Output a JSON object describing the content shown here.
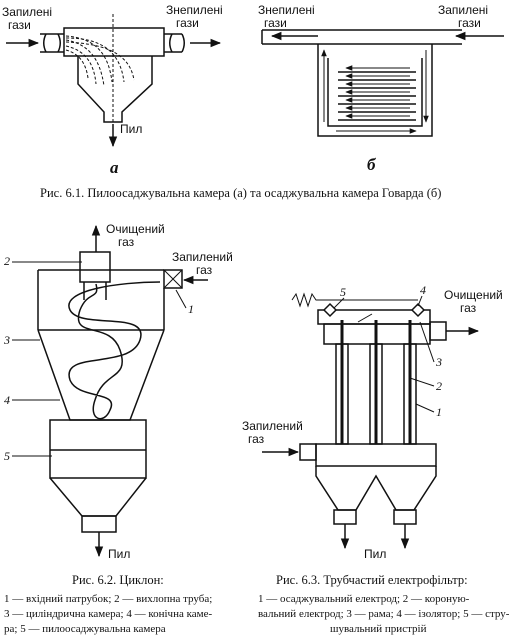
{
  "fig1": {
    "a_inlet": "Запилені\nгази",
    "a_outlet": "Знепилені\nгази",
    "a_dust": "Пил",
    "a_letter": "а",
    "b_outlet": "Знепилені\nгази",
    "b_inlet": "Запилені\nгази",
    "b_letter": "б",
    "caption": "Рис. 6.1. Пилоосаджувальна камера (а) та осаджувальна камера Говарда (б)"
  },
  "fig2": {
    "clean_gas": "Очищений\nгаз",
    "dusty_gas": "Запилений\nгаз",
    "dust": "Пил",
    "n1": "1",
    "n2": "2",
    "n3": "3",
    "n4": "4",
    "n5": "5",
    "caption_title": "Рис. 6.2. Циклон:",
    "legend_1": "1 — вхідний патрубок; 2 — вихлопна труба;",
    "legend_2": "3 — циліндрична камера; 4 — конічна каме-",
    "legend_3": "ра; 5 — пилоосаджувальна камера"
  },
  "fig3": {
    "clean_gas": "Очищений\nгаз",
    "dusty_gas": "Запилений\nгаз",
    "dust": "Пил",
    "n1": "1",
    "n2": "2",
    "n3": "3",
    "n4": "4",
    "n5": "5",
    "caption_title": "Рис. 6.3. Трубчастий електрофільтр:",
    "legend_1": "1 — осаджувальний електрод; 2 — короную-",
    "legend_2": "вальний електрод; 3 — рама; 4 — ізолятор; 5 — стру-",
    "legend_3": "шувальний пристрій"
  }
}
